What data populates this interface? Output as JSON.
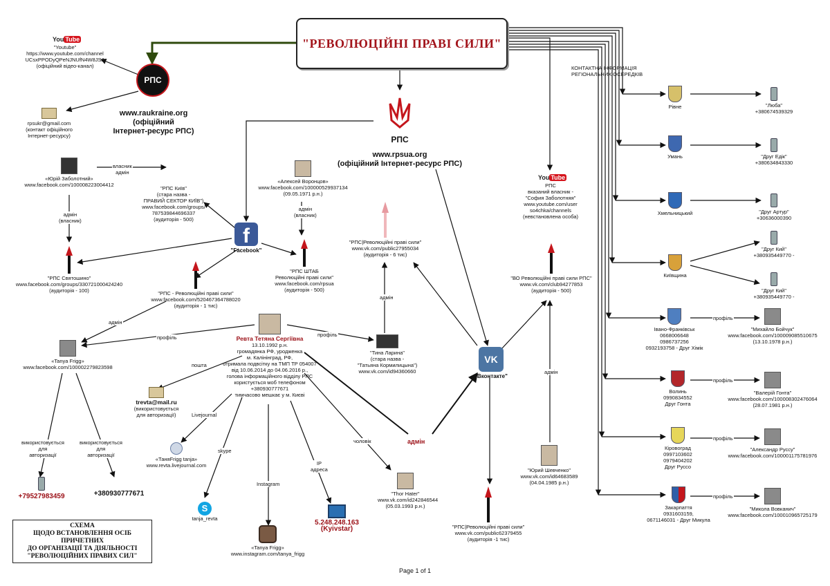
{
  "title": "\"РЕВОЛЮЦІЙНІ ПРАВІ СИЛИ\"",
  "contacts_header": [
    "КОНТАКТНА ІНФОРМАЦІЯ",
    "РЕГІОНАЛЬНИХ ОСЕРЕДКІВ"
  ],
  "youtube_logo": {
    "left": "You",
    "right": "Tube"
  },
  "youtube_main": [
    "\"Youtube\"",
    "https://www.youtube.com/channel",
    "UCsxPPODyQPeNJNUfN4W8JSA",
    "(офіційний відео-канал)"
  ],
  "rps_logo_text": "РПС",
  "raukraine": [
    "www.raukraine.org",
    "(офіційний",
    "Інтернет-ресурс РПС)"
  ],
  "rpsukr_mail": [
    "rpsukr@gmail.com",
    "(контакт офіційного",
    "Інтернет-ресурсу)"
  ],
  "rpsua": [
    "www.rpsua.org",
    "(офіційний Інтернет-ресурс РПС)"
  ],
  "rpsua_logo_text": "РПС",
  "youtube_rps": [
    "РПС",
    "вказаний власник -",
    "\"София Заболотняя\"",
    "www.youtube.com/user",
    "so4chka/channels",
    "(невстановлена особа)"
  ],
  "zabolotny": [
    "«Юрій Заболотний»",
    "www.facebook.com/100008223004412"
  ],
  "label_vlasnyk_admin": [
    "власник",
    "адмін"
  ],
  "label_admin_vlasnyk": [
    "адмін",
    "(власник)"
  ],
  "rps_kyiv": [
    "\"РПС Київ\"",
    "(стара назва -",
    "ПРАВИЙ СЕКТОР КИЇВ\")",
    "www.facebook.com/groups/",
    "787539844696337",
    "(аудиторія - 500)"
  ],
  "vorontsov": [
    "«Алексей Воронцов»",
    "www.facebook.com/100000529937134",
    "(09.05.1971 р.н.)"
  ],
  "label_admin_vlasnyk2": [
    "адмін",
    "(власник)"
  ],
  "facebook_label": "\"Facebook\"",
  "fb_letter": "f",
  "sviatoshyno": [
    "\"РПС Святошино\"",
    "www.facebook.com/groups/330721000424240",
    "(аудиторія - 100)"
  ],
  "rps_pravi": [
    "\"РПС - Революційні праві сили\"",
    "www.facebook.com/520467364788020",
    "(аудиторія - 1 тис)"
  ],
  "rps_shtab": [
    "\"РПС ШТАБ",
    "Революційні праві сили\"",
    "www.facebook.com/rpsua",
    "(аудиторія - 500)"
  ],
  "label_admin_frigg": "адмін",
  "label_profil_left": "профіль",
  "label_profil_right": "профіль",
  "revta": {
    "name": "Ревта Тетяна Сергіївна",
    "lines": [
      "13.10.1992 р.н.",
      "громадянка РФ, уродженка",
      "м. Калінінград, РФ,",
      "отримала подвсітку на ТМП ТР 054007",
      "від 10.06.2014 до 04.06.2016 р.,",
      "голова інформаційного відділу РПС",
      "користується моб телефоном",
      "+380930777671",
      "тимчасово мешкає у м. Києві"
    ]
  },
  "tanya_frigg": [
    "«Tanya Frigg»",
    "www.facebook.com/100002279823598"
  ],
  "label_poshta": "пошта",
  "trevta": [
    "trevta@mail.ru",
    "(використовується",
    "для авторизації)"
  ],
  "label_auth1": [
    "використовується",
    "для",
    "авторизації"
  ],
  "label_auth2": [
    "використовується",
    "для",
    "авторизації"
  ],
  "phone_red": "+79527983459",
  "phone_black": "+380930777671",
  "label_livejournal": "Livejournal",
  "livejournal": [
    "«ТаняFrigg tanja»",
    "www.revta.livejournal.com"
  ],
  "label_skype": "skype",
  "skype_id": "tanja_revta",
  "skype_letter": "S",
  "label_instagram": "Instagram",
  "instagram": [
    "«Tanya Frigg»",
    "www.instagram.com/tanya_frigg"
  ],
  "label_ip": [
    "IP",
    "адреса"
  ],
  "ip": [
    "5.248.248.163",
    "(Kyivstar)"
  ],
  "label_cholovik": "чоловік",
  "thor": [
    "\"Thor Hater\"",
    "www.vk.com/id242846544",
    "(05.03.1993 р.н.)"
  ],
  "label_admin_red": "адмін",
  "tina": [
    "\"Тина Ларина\"",
    "(стара назва -",
    "\"Татьяна Кормилицына\")",
    "www.vk.com/id94360660"
  ],
  "label_admin_tina": "адмін",
  "vk_public1": [
    "\"РПС|Революційні праві сили\"",
    "www.vk.com/public27955034",
    "(аудиторія - 6 тис)"
  ],
  "vk_label": "\"Вконтакте\"",
  "vk_letters": "VK",
  "vo_rps": [
    "\"ВО Революційні праві сили РПС\"",
    "www.vk.com/club94277853",
    "(аудиторія - 500)"
  ],
  "label_admin_shev": "адмін",
  "shevchenko": [
    "\"Юрий Шевченко\"",
    "www.vk.com/id64683589",
    "(04.04.1985 р.н.)"
  ],
  "vk_public2": [
    "\"РПС|Революційні праві сили\"",
    "www.vk.com/public62379455",
    "(аудиторія -1 тис)"
  ],
  "regions": [
    {
      "name": [
        "Рівне"
      ],
      "contacts": [
        [
          "\"Люба\"",
          "+380674539329"
        ]
      ]
    },
    {
      "name": [
        "Умань"
      ],
      "contacts": [
        [
          "\"Друг Едік\"",
          "+380634843330"
        ]
      ]
    },
    {
      "name": [
        "Хмельницький"
      ],
      "contacts": [
        [
          "\"Друг Артур\"",
          "+30636000390"
        ]
      ]
    },
    {
      "name": [
        "Київщина"
      ],
      "contacts": [
        [
          "\"Друг Кий\"",
          "+380935449770 -"
        ],
        [
          "\"Друг Кий\"",
          "+380935449770 -"
        ]
      ]
    },
    {
      "name": [
        "Івано-Франківськ",
        "0668006648",
        "0986737256",
        "0932193758 - Друг Хімік"
      ],
      "contacts": [
        [
          "\"Михайло Бойчук\"",
          "www.facebook.com/100009085510675",
          "(13.10.1978 р.н.)"
        ]
      ]
    },
    {
      "name": [
        "Волинь",
        "0990834552",
        "Друг Гонта"
      ],
      "contacts": [
        [
          "\"Валерій Гонта\"",
          "www.facebook.com/100008302476064",
          "(28.07.1981 р.н.)"
        ]
      ]
    },
    {
      "name": [
        "Кіровоград",
        "0997103602",
        "0979404202",
        "Друг Руссо"
      ],
      "contacts": [
        [
          "\"Александр Руссу\"",
          "www.facebook.com/100001175781976"
        ]
      ]
    },
    {
      "name": [
        "Закарпаття",
        "0931603159,",
        "0671146031 - Друг Микула"
      ],
      "contacts": [
        [
          "\"Микола Вовканич\"",
          "www.facebook.com/100010965725179"
        ]
      ]
    }
  ],
  "label_profil_regions": "профіль",
  "schema": [
    "СХЕМА",
    "ЩОДО ВСТАНОВЛЕННЯ ОСІБ ПРИЧЕТНИХ",
    "ДО ОРГАНІЗАЦІЇ ТА ДІЯЛЬНОСТІ",
    "\"РЕВОЛЮЦІЙНИХ ПРАВИХ СИЛ\""
  ],
  "page_footer": "Page 1 of 1",
  "colors": {
    "accent_red": "#a3151c",
    "facebook": "#3b5998",
    "vk": "#4c75a3",
    "youtube": "#d5141c",
    "arrow_green": "#2e4a0c"
  }
}
